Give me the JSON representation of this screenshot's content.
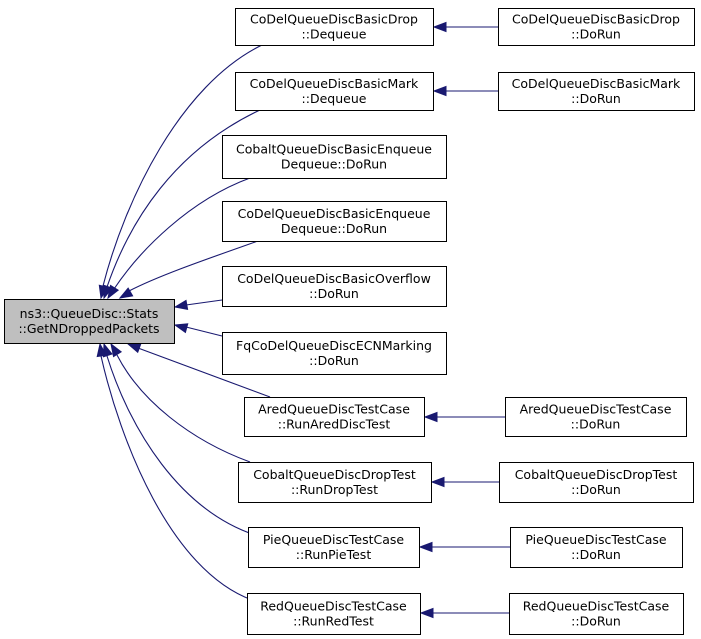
{
  "diagram": {
    "type": "caller-graph",
    "edge_color": "#191970",
    "root_fill": "#bfbfbf",
    "node_fill": "#ffffff",
    "nodes": [
      {
        "id": "root",
        "lines": [
          "ns3::QueueDisc::Stats",
          "::GetNDroppedPackets"
        ]
      },
      {
        "id": "n1",
        "lines": [
          "CoDelQueueDiscBasicDrop",
          "::Dequeue"
        ]
      },
      {
        "id": "n1b",
        "lines": [
          "CoDelQueueDiscBasicDrop",
          "::DoRun"
        ]
      },
      {
        "id": "n2",
        "lines": [
          "CoDelQueueDiscBasicMark",
          "::Dequeue"
        ]
      },
      {
        "id": "n2b",
        "lines": [
          "CoDelQueueDiscBasicMark",
          "::DoRun"
        ]
      },
      {
        "id": "n3",
        "lines": [
          "CobaltQueueDiscBasicEnqueue",
          "Dequeue::DoRun"
        ]
      },
      {
        "id": "n4",
        "lines": [
          "CoDelQueueDiscBasicEnqueue",
          "Dequeue::DoRun"
        ]
      },
      {
        "id": "n5",
        "lines": [
          "CoDelQueueDiscBasicOverflow",
          "::DoRun"
        ]
      },
      {
        "id": "n6",
        "lines": [
          "FqCoDelQueueDiscECNMarking",
          "::DoRun"
        ]
      },
      {
        "id": "n7",
        "lines": [
          "AredQueueDiscTestCase",
          "::RunAredDiscTest"
        ]
      },
      {
        "id": "n7b",
        "lines": [
          "AredQueueDiscTestCase",
          "::DoRun"
        ]
      },
      {
        "id": "n8",
        "lines": [
          "CobaltQueueDiscDropTest",
          "::RunDropTest"
        ]
      },
      {
        "id": "n8b",
        "lines": [
          "CobaltQueueDiscDropTest",
          "::DoRun"
        ]
      },
      {
        "id": "n9",
        "lines": [
          "PieQueueDiscTestCase",
          "::RunPieTest"
        ]
      },
      {
        "id": "n9b",
        "lines": [
          "PieQueueDiscTestCase",
          "::DoRun"
        ]
      },
      {
        "id": "n10",
        "lines": [
          "RedQueueDiscTestCase",
          "::RunRedTest"
        ]
      },
      {
        "id": "n10b",
        "lines": [
          "RedQueueDiscTestCase",
          "::DoRun"
        ]
      }
    ],
    "edges": [
      {
        "from": "n1",
        "to": "root"
      },
      {
        "from": "n2",
        "to": "root"
      },
      {
        "from": "n3",
        "to": "root"
      },
      {
        "from": "n4",
        "to": "root"
      },
      {
        "from": "n5",
        "to": "root"
      },
      {
        "from": "n6",
        "to": "root"
      },
      {
        "from": "n7",
        "to": "root"
      },
      {
        "from": "n8",
        "to": "root"
      },
      {
        "from": "n9",
        "to": "root"
      },
      {
        "from": "n10",
        "to": "root"
      },
      {
        "from": "n1b",
        "to": "n1"
      },
      {
        "from": "n2b",
        "to": "n2"
      },
      {
        "from": "n7b",
        "to": "n7"
      },
      {
        "from": "n8b",
        "to": "n8"
      },
      {
        "from": "n9b",
        "to": "n9"
      },
      {
        "from": "n10b",
        "to": "n10"
      }
    ]
  }
}
